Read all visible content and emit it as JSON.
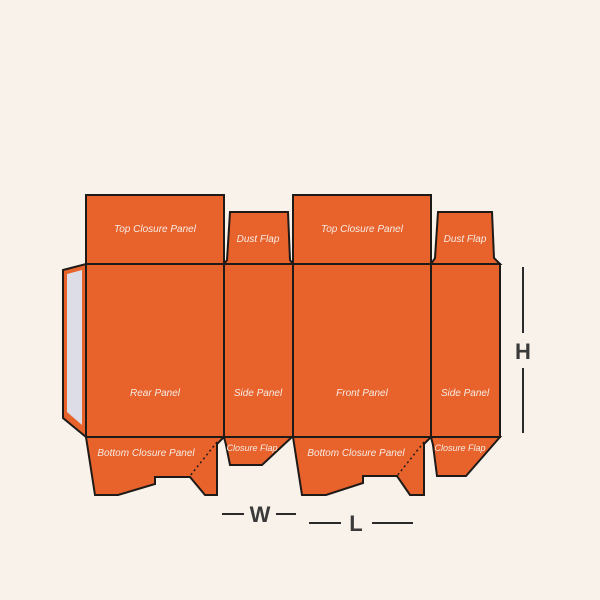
{
  "colors": {
    "panel": "#e8622c",
    "outline": "#1e1a18",
    "background": "#f8f2ea",
    "glue_flap_inner": "#dcdde6",
    "dimension": "#3a3a3a"
  },
  "labels": {
    "top_closure_1": "Top Closure Panel",
    "dust_flap_1": "Dust Flap",
    "top_closure_2": "Top Closure Panel",
    "dust_flap_2": "Dust Flap",
    "rear_panel": "Rear Panel",
    "side_panel_1": "Side Panel",
    "front_panel": "Front Panel",
    "side_panel_2": "Side Panel",
    "bottom_closure_1": "Bottom Closure Panel",
    "closure_flap_1": "Closure Flap",
    "bottom_closure_2": "Bottom Closure Panel",
    "closure_flap_2": "Closure Flap"
  },
  "dimensions": {
    "height": "H",
    "width": "W",
    "length": "L"
  }
}
